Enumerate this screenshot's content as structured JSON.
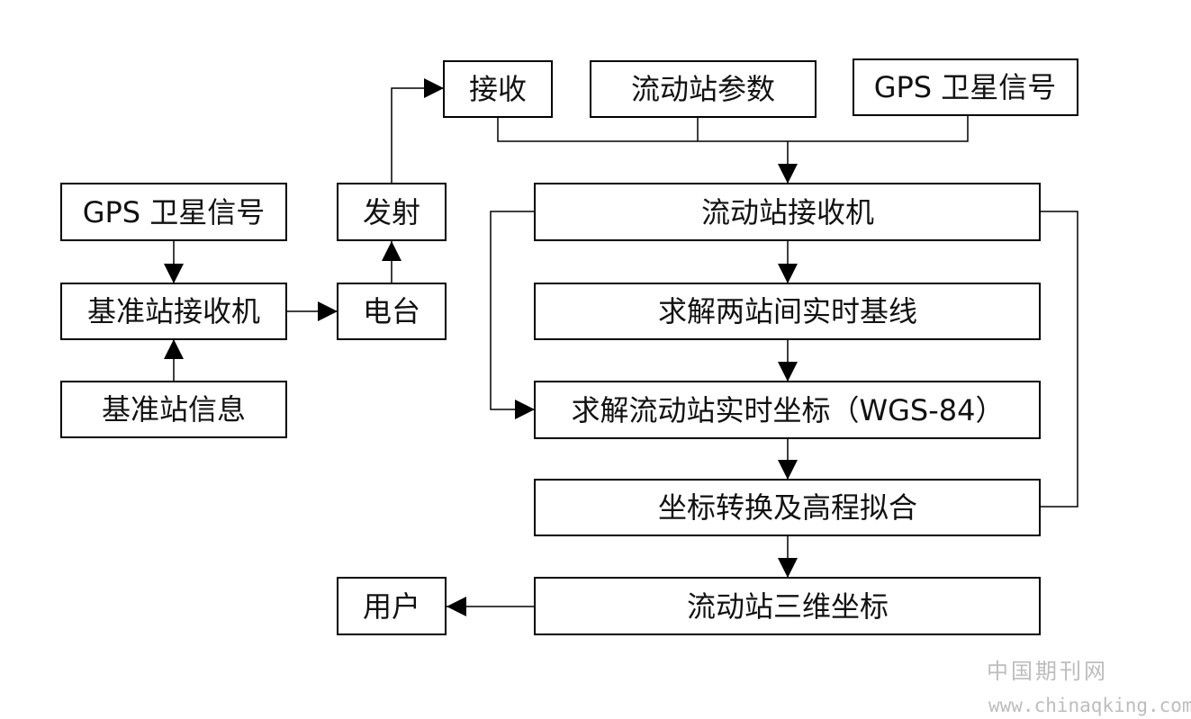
{
  "nodes": {
    "receive": "接收",
    "rover_params": "流动站参数",
    "gps_signal_top": "GPS 卫星信号",
    "gps_signal_left": "GPS 卫星信号",
    "transmit": "发射",
    "rover_receiver": "流动站接收机",
    "base_receiver": "基准站接收机",
    "radio": "电台",
    "baseline": "求解两站间实时基线",
    "base_info": "基准站信息",
    "rover_coord": "求解流动站实时坐标（WGS-84）",
    "transform": "坐标转换及高程拟合",
    "user": "用户",
    "rover_3d": "流动站三维坐标"
  },
  "watermark": {
    "cn": "中国期刊网",
    "url": "www.chinaqking.com"
  }
}
